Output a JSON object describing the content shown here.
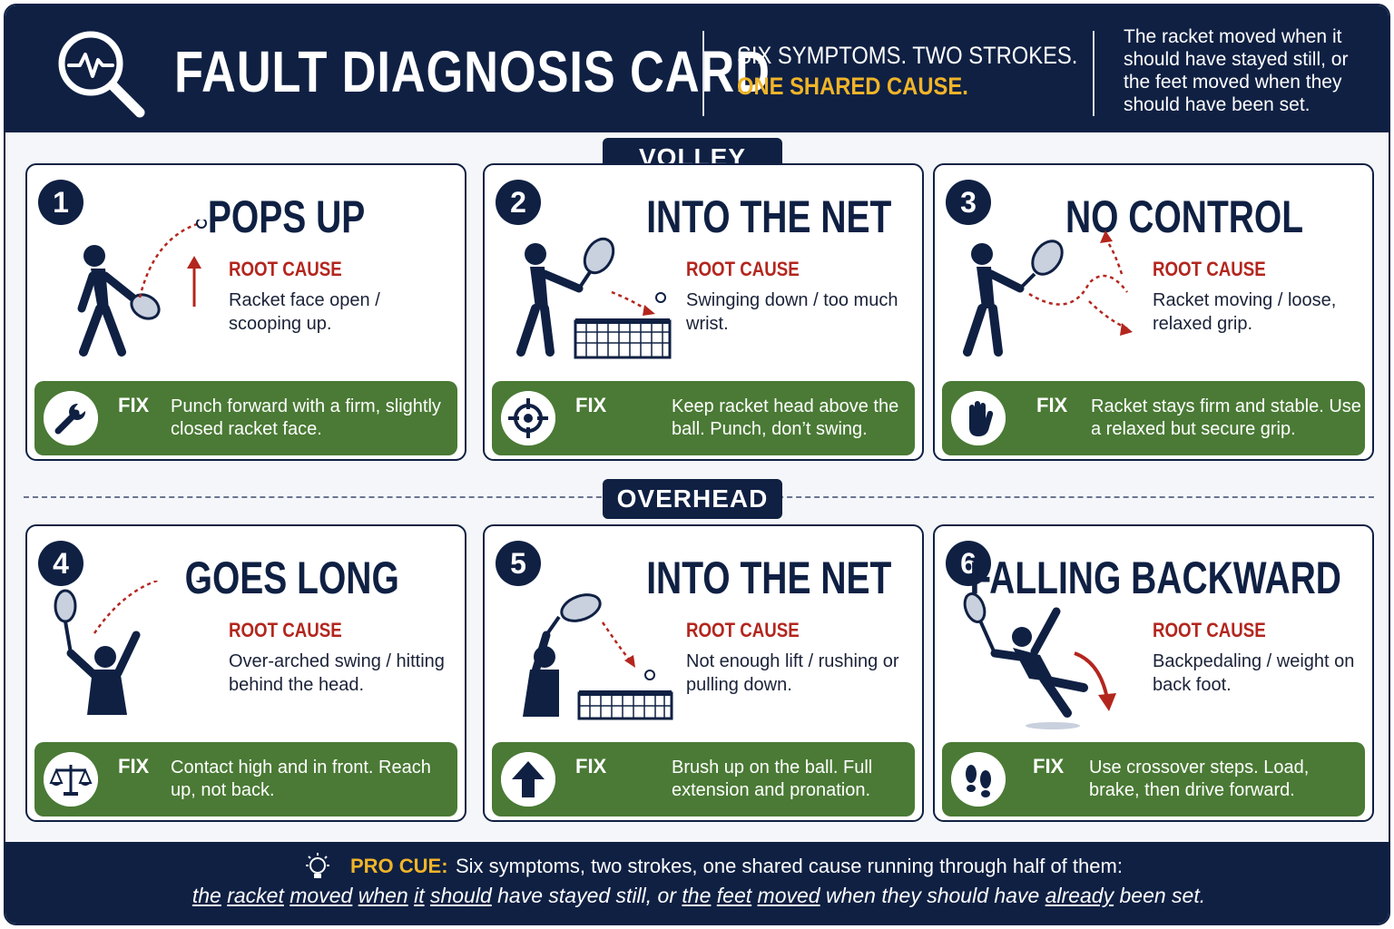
{
  "header": {
    "title": "FAULT DIAGNOSIS CARD",
    "subtitle_line1": "SIX SYMPTOMS. TWO STROKES.",
    "subtitle_line2": "ONE SHARED CAUSE.",
    "note": "The racket moved when it should have stayed still, or the feet moved when they should have been set.",
    "logo_icon": "magnifier-pulse-icon"
  },
  "sections": {
    "volley": "VOLLEY",
    "overhead": "OVERHEAD"
  },
  "root_cause_label": "ROOT CAUSE",
  "fix_label": "FIX",
  "cards": [
    {
      "number": "1",
      "title": "POPS UP",
      "root_cause": "Racket face open / scooping up.",
      "fix": "Punch forward with a firm, slightly closed racket face.",
      "fix_icon": "wrench-icon"
    },
    {
      "number": "2",
      "title": "INTO THE NET",
      "root_cause": "Swinging down / too much wrist.",
      "fix": "Keep racket head above the ball. Punch, don’t swing.",
      "fix_icon": "target-icon"
    },
    {
      "number": "3",
      "title": "NO CONTROL",
      "root_cause": "Racket moving / loose, relaxed grip.",
      "fix": "Racket stays firm and stable. Use a relaxed but secure grip.",
      "fix_icon": "hand-icon"
    },
    {
      "number": "4",
      "title": "GOES LONG",
      "root_cause": "Over-arched swing / hitting behind the head.",
      "fix": "Contact high and in front. Reach up, not back.",
      "fix_icon": "balance-icon"
    },
    {
      "number": "5",
      "title": "INTO THE NET",
      "root_cause": "Not enough lift / rushing or pulling down.",
      "fix": "Brush up on the ball. Full extension and pronation.",
      "fix_icon": "arrow-up-icon"
    },
    {
      "number": "6",
      "title": "FALLING BACKWARD",
      "root_cause": "Backpedaling / weight on back foot.",
      "fix": "Use crossover steps. Load, brake, then drive forward.",
      "fix_icon": "footprints-icon"
    }
  ],
  "footer": {
    "label": "PRO CUE:",
    "line1": "Six symptoms, two strokes, one shared cause running through half of them:",
    "line2_parts": [
      "the",
      " ",
      "racket",
      " ",
      "moved",
      " ",
      "when",
      " ",
      "it",
      " ",
      "should",
      " have stayed still, or ",
      "the",
      " ",
      "feet",
      " ",
      "moved",
      " when they should have ",
      "already",
      " been set."
    ]
  },
  "colors": {
    "navy": "#0f2043",
    "green": "#4a7a35",
    "red": "#b3261e",
    "gold": "#f0b429"
  }
}
